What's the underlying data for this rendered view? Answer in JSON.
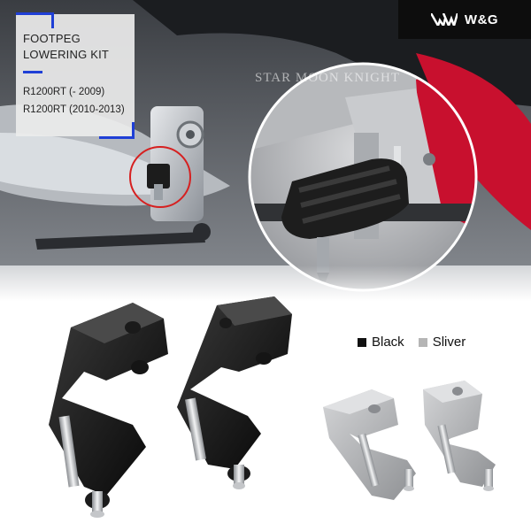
{
  "brand": {
    "name": "W&G",
    "icon": "wings-logo-icon"
  },
  "title": {
    "line1": "FOOTPEG",
    "line2": "LOWERING KIT"
  },
  "models": [
    "R1200RT (- 2009)",
    "R1200RT (2010-2013)"
  ],
  "watermark": "STAR MOON KNIGHT",
  "legend": [
    {
      "label": "Black",
      "color": "#111111"
    },
    {
      "label": "Sliver",
      "color": "#b5b5b5"
    }
  ],
  "colors": {
    "accent": "#1f3fd6",
    "highlight_circle": "#d62020",
    "bike_red": "#c8102e"
  }
}
